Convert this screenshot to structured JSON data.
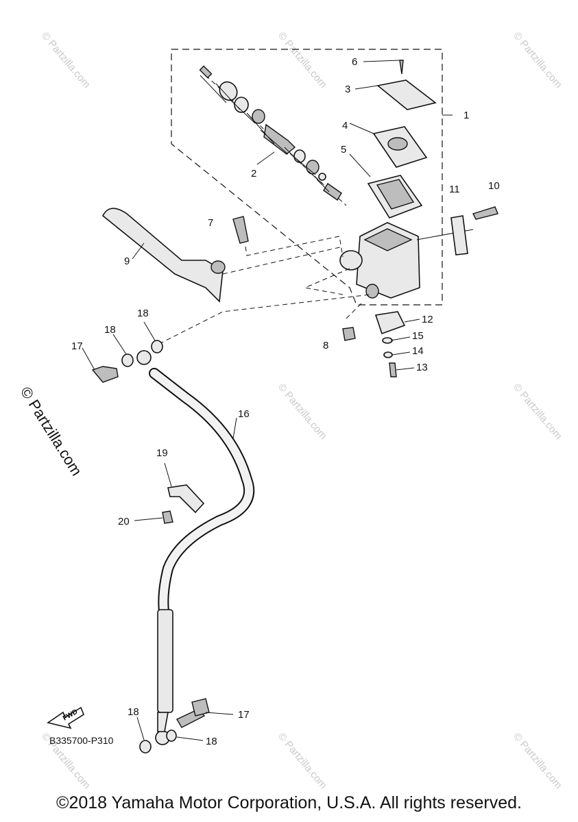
{
  "watermark": "© Partzilla.com",
  "side_watermark": "© Partzilla.com",
  "diagram_code": "B335700-P310",
  "fwd_label": "FWD",
  "footer": "©2018 Yamaha Motor Corporation, U.S.A. All rights reserved.",
  "callouts": {
    "c1": "1",
    "c2": "2",
    "c3": "3",
    "c4": "4",
    "c5": "5",
    "c6": "6",
    "c7": "7",
    "c8": "8",
    "c9": "9",
    "c10": "10",
    "c11": "11",
    "c12": "12",
    "c13": "13",
    "c14": "14",
    "c15": "15",
    "c16": "16",
    "c17a": "17",
    "c17b": "17",
    "c18a": "18",
    "c18b": "18",
    "c18c": "18",
    "c18d": "18",
    "c19": "19",
    "c20": "20"
  }
}
